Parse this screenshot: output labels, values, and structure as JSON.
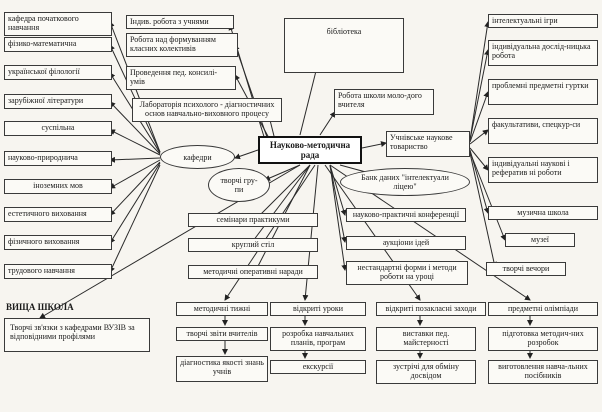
{
  "center": "Науково-методична рада",
  "kafedry": "кафедри",
  "tvorchi_grupy": "творчі гру-пи",
  "bank": "Банк даних \"інтелектуали ліцею\"",
  "vyshcha_shkola": "ВИЩА ШКОЛА",
  "left": [
    "кафедра початкового навчання",
    "фізико-математична",
    "української філології",
    "зарубіжної літератури",
    "суспільна",
    "науково-природнича",
    "іноземних мов",
    "естетичного виховання",
    "фізичного виховання",
    "трудового навчання"
  ],
  "upper_middle": [
    "Індив. робота з учнями",
    "Робота над формуванням класних колективів",
    "Проведення пед. консилі-умів",
    "Лабораторія психолого - діагностичних основ навчально-виховного процесу"
  ],
  "biblioteka": "бібліотека",
  "robota_shkoly": "Робота школи моло-дого вчителя",
  "uchnivske": "Учнівське наукове товариство",
  "right": [
    "інтелектуальні ігри",
    "індивідуальна дослід-ницька робота",
    "проблемні предметні гуртки",
    "факультативи, спецкур-си",
    "індивідуальні наукові і рефератив ні роботи",
    "музична школа",
    "музеї",
    "творчі вечори"
  ],
  "mid_left": [
    "семінари практикуми",
    "круглий стіл",
    "методичні оперативні наради"
  ],
  "mid_right": [
    "науково-практичні конференції",
    "аукціони ідей",
    "нестандартні форми і методи роботи на уроці"
  ],
  "vnz_box": "Творчі зв'язки з кафедрами ВУЗІВ за відповідними профілями",
  "bottom_cols": [
    [
      "методичні тижні",
      "творчі звіти вчителів",
      "діагностика якості знань учнів"
    ],
    [
      "відкриті уроки",
      "розробка навчальних планів, програм",
      "екскурсії"
    ],
    [
      "відкриті позакласні заходи",
      "виставки пед. майстерності",
      "зустрічі для обміну досвідом"
    ],
    [
      "предметні олімпіади",
      "підготовка методич-них розробок",
      "виготовлення навча-льних посібників"
    ]
  ]
}
